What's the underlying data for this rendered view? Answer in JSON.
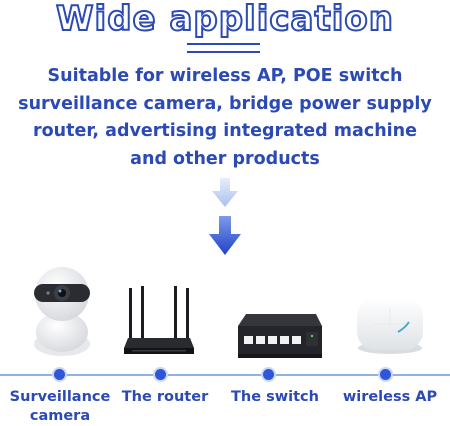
{
  "title": "Wide application",
  "subtitle": [
    "Suitable for wireless AP, POE switch",
    "surveillance camera, bridge power supply",
    "router, advertising integrated machine",
    "and other products"
  ],
  "products": [
    {
      "label": "Surveillance camera",
      "label_lines": [
        "Surveillance",
        "camera"
      ],
      "icon": "surveillance-camera-icon"
    },
    {
      "label": "The router",
      "icon": "router-icon"
    },
    {
      "label": "The switch",
      "icon": "switch-icon"
    },
    {
      "label": "wireless AP",
      "icon": "wireless-ap-icon"
    }
  ],
  "colors": {
    "accent": "#2b4ab4",
    "arrow": "#2f55d8",
    "arrow_light": "#b9cdf0",
    "timeline": "#8fb2e2"
  }
}
